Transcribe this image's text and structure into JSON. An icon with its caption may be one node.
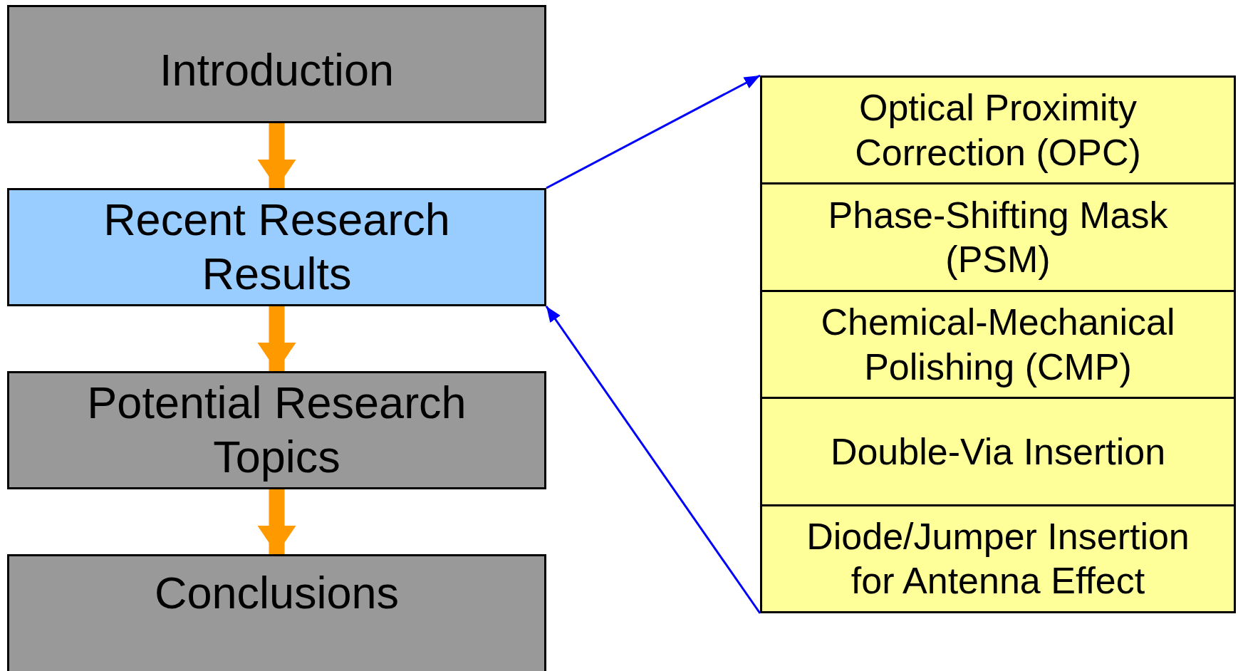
{
  "diagram": {
    "nodes": [
      {
        "text": [
          "Introduction"
        ]
      },
      {
        "text": [
          "Recent Research Results"
        ]
      },
      {
        "text": [
          "Potential Research Topics"
        ]
      },
      {
        "text": [
          "Conclusions"
        ]
      },
      {
        "text": [],
        "shape": "box"
      },
      {
        "text": [
          "Optical Proximity Correction (OPC)"
        ],
        "in": 4
      },
      {
        "text": [
          "Phase-Shifting Mask (PSM)"
        ],
        "in": 4
      },
      {
        "text": [
          "Chemical-Mechanical Polishing (CMP)"
        ],
        "in": 4
      },
      {
        "text": [
          "Double-Via Insertion"
        ],
        "in": 4
      },
      {
        "text": [
          "Diode/Jumper Insertion for Antenna Effect"
        ],
        "in": 4
      }
    ],
    "edges": [
      {
        "from": 0,
        "to": 1,
        "arrow": "to"
      },
      {
        "from": 1,
        "to": 2,
        "arrow": "to"
      },
      {
        "from": 2,
        "to": 3,
        "arrow": "to"
      },
      {
        "from": 1,
        "to": 4,
        "arrow": "to",
        "color": "#0000ff"
      },
      {
        "from": 4,
        "to": 1,
        "arrow": "to",
        "color": "#0000ff"
      }
    ]
  }
}
